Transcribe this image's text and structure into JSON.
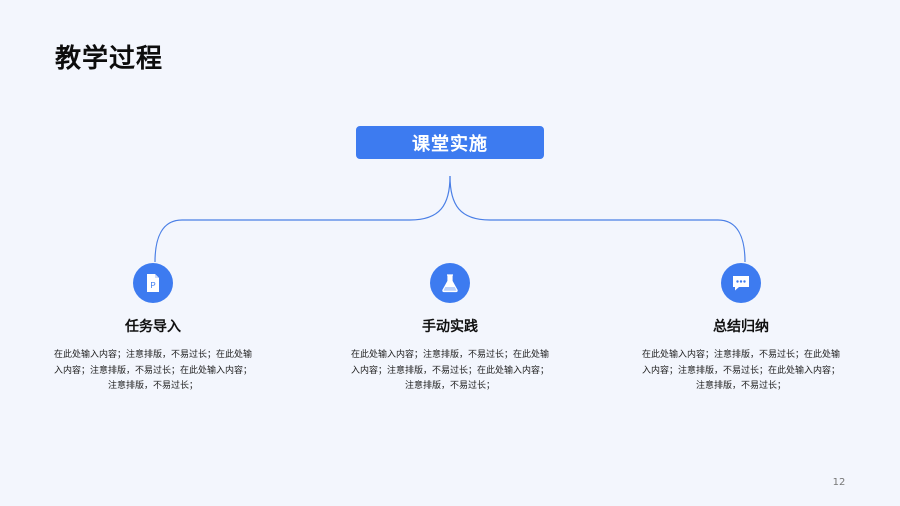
{
  "slide": {
    "title": "教学过程",
    "page_number": "12"
  },
  "root": {
    "label": "课堂实施"
  },
  "nodes": [
    {
      "title": "任务导入",
      "icon": "document-p-icon",
      "description": "在此处输入内容；注意排版，不易过长；在此处输入内容；注意排版，不易过长；在此处输入内容；注意排版，不易过长；"
    },
    {
      "title": "手动实践",
      "icon": "flask-icon",
      "description": "在此处输入内容；注意排版，不易过长；在此处输入内容；注意排版，不易过长；在此处输入内容；注意排版，不易过长；"
    },
    {
      "title": "总结归纳",
      "icon": "chat-bubble-icon",
      "description": "在此处输入内容；注意排版，不易过长；在此处输入内容；注意排版，不易过长；在此处输入内容；注意排版，不易过长；"
    }
  ],
  "colors": {
    "accent": "#3d7bf0",
    "background": "#f3f6fd",
    "connector": "#4a7fe6"
  }
}
